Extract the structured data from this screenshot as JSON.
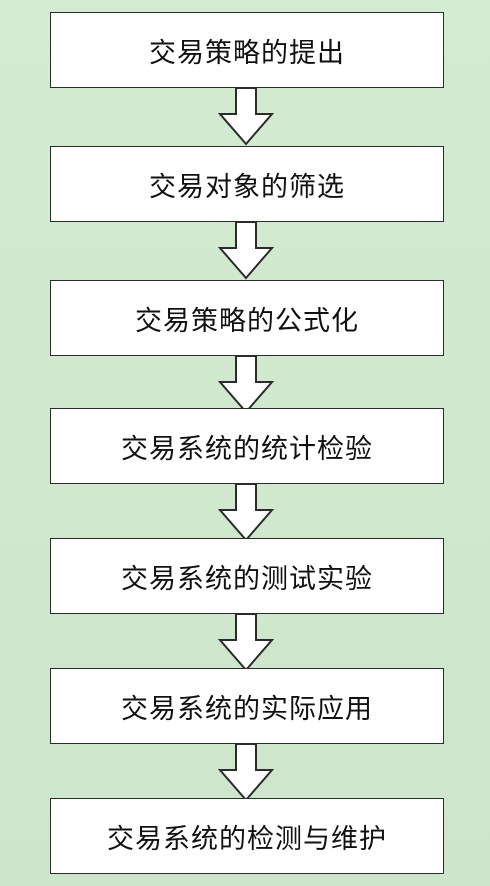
{
  "flowchart": {
    "steps": [
      {
        "label": "交易策略的提出"
      },
      {
        "label": "交易对象的筛选"
      },
      {
        "label": "交易策略的公式化"
      },
      {
        "label": "交易系统的统计检验"
      },
      {
        "label": "交易系统的测试实验"
      },
      {
        "label": "交易系统的实际应用"
      },
      {
        "label": "交易系统的检测与维护"
      }
    ]
  },
  "colors": {
    "background": "#cfe8cd",
    "box_fill": "#ffffff",
    "box_border": "#2b2b2b",
    "arrow_fill": "#ffffff",
    "arrow_stroke": "#2b2b2b"
  },
  "icons": {
    "connector": "down-arrow-icon"
  }
}
